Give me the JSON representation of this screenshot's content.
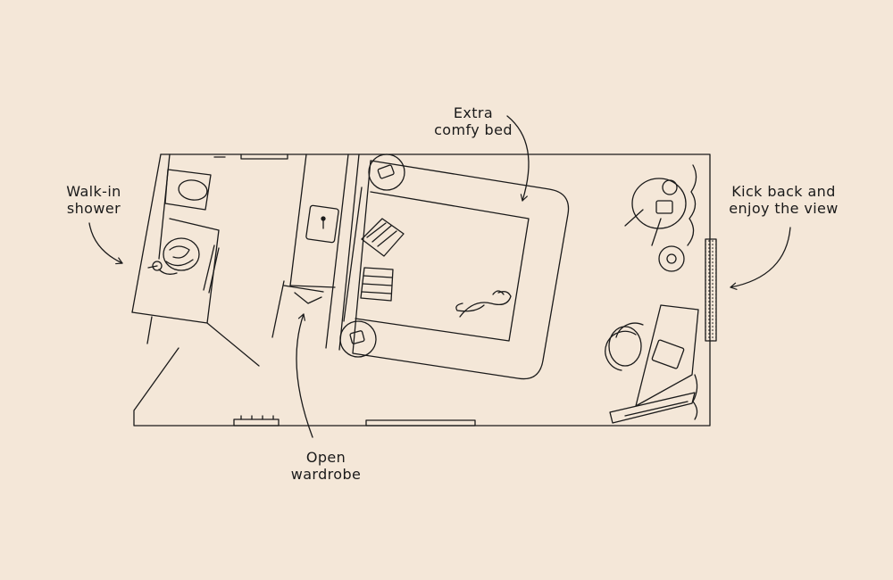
{
  "labels": {
    "bed": {
      "line1": "Extra",
      "line2": "comfy bed"
    },
    "shower": {
      "line1": "Walk-in",
      "line2": "shower"
    },
    "view": {
      "line1": "Kick back and",
      "line2": "enjoy the view"
    },
    "wardrobe": {
      "line1": "Open",
      "line2": "wardrobe"
    }
  },
  "colors": {
    "background": "#f4e7d8",
    "ink": "#1a1a1a"
  }
}
